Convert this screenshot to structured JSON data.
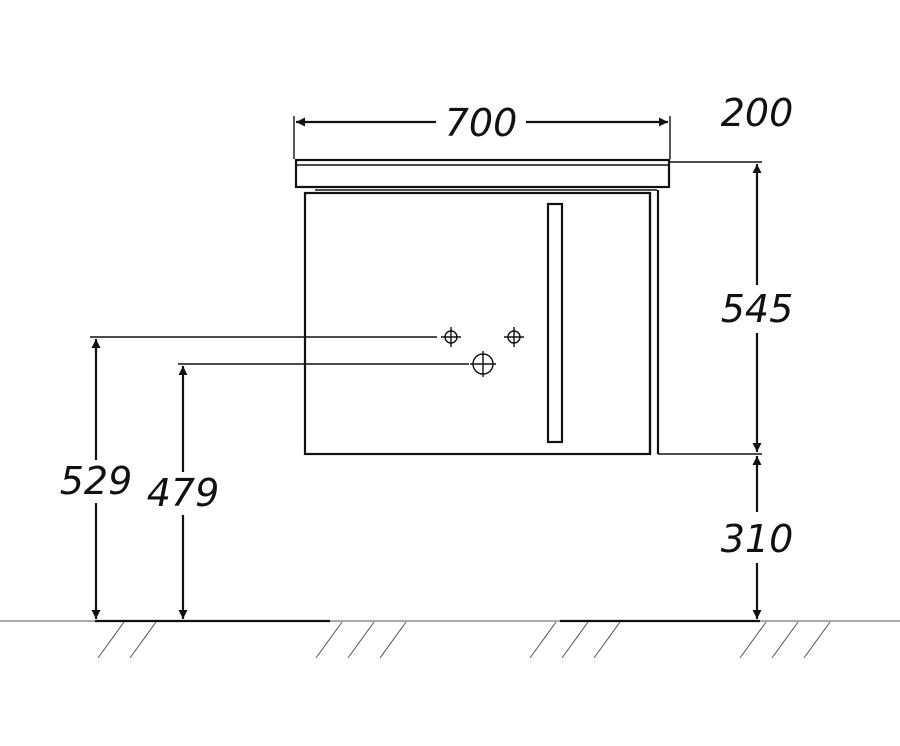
{
  "dimensions": {
    "width": "700",
    "depth": "200",
    "height": "545",
    "floor_to_bottom": "310",
    "outlet_upper": "529",
    "outlet_lower": "479"
  }
}
